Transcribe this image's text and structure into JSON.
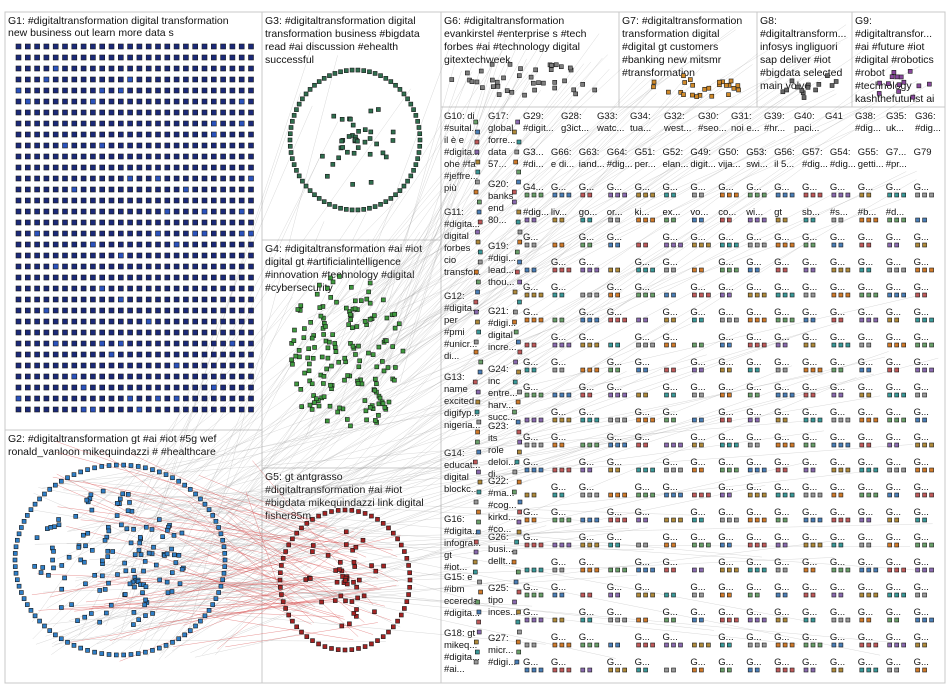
{
  "colors": {
    "g1": "#1b2a7a",
    "g2": "#2f7fc8",
    "g3": "#2f6e4e",
    "g4": "#3e9a3e",
    "g5": "#a52323",
    "g6": "#7e7e7e",
    "g7": "#d08a2a",
    "g8": "#666666",
    "g9": "#8a4a9e",
    "small": "#6aa06a",
    "edge": "#9a9a9a",
    "edge_red": "#d64040"
  },
  "groups": {
    "g1": {
      "line1": "G1: #digitaltransformation digital transformation",
      "line2": "new business out learn more data s"
    },
    "g2": {
      "line1": "G2: #digitaltransformation gt #ai #iot #5g wef",
      "line2": "ronald_vanloon mikequindazzi # #healthcare"
    },
    "g3": {
      "line1": "G3: #digitaltransformation digital",
      "line2": "transformation business #bigdata",
      "line3": "read #ai discussion #ehealth",
      "line4": "successful"
    },
    "g4": {
      "line1": "G4: #digitaltransformation #ai #iot",
      "line2": "digital gt #artificialintelligence",
      "line3": "#innovation #technology #digital",
      "line4": "#cybersecurity"
    },
    "g5": {
      "line1": "G5: gt antgrasso",
      "line2": "#digitaltransformation #ai #iot",
      "line3": "#bigdata mikequindazzi link digital",
      "line4": "fisher85m"
    },
    "g6": {
      "line1": "G6: #digitaltransformation",
      "line2": "evankirstel #enterprise s #tech",
      "line3": "forbes #ai #technology digital",
      "line4": "gitextechweek"
    },
    "g7": {
      "line1": "G7: #digitaltransformation",
      "line2": "transformation digital",
      "line3": "#digital gt customers",
      "line4": "#banking new mitsmr",
      "line5": "#transformation"
    },
    "g8": {
      "line1": "G8:",
      "line2": "#digitaltransform...",
      "line3": "infosys ingliguori",
      "line4": "sap deliver #iot",
      "line5": "#bigdata selected",
      "line6": "main volvo"
    },
    "g9": {
      "line1": "G9:",
      "line2": "#digitaltransfor...",
      "line3": "#ai #future #iot",
      "line4": "#digital #robotics",
      "line5": "#robot",
      "line6": "#technology",
      "line7": "kashthefuturist ai"
    },
    "g10": {
      "line1": "G10: di",
      "line2": "#suital...",
      "line3": "il è e",
      "line4": "#digita...",
      "line5": "ohe #fa",
      "line6": "#jeffre...",
      "line7": "più"
    },
    "g11": {
      "line1": "G11:",
      "line2": "#digita...",
      "line3": "digital",
      "line4": "forbes",
      "line5": "cio",
      "line6": "transfo..."
    },
    "g12": {
      "line1": "G12:",
      "line2": "#digita...",
      "line3": "per",
      "line4": "#pmi",
      "line5": "#unicr...",
      "line6": "di..."
    },
    "g13": {
      "line1": "G13:",
      "line2": "name",
      "line3": "excited",
      "line4": "digifyp...",
      "line5": "nigeria..."
    },
    "g14": {
      "line1": "G14:",
      "line2": "educat...",
      "line3": "digital",
      "line4": "blockc..."
    },
    "g15": {
      "line1": "G15: e",
      "line2": "#ibm",
      "line3": "ecereda",
      "line4": "#digita..."
    },
    "g16": {
      "line1": "G16:",
      "line2": "#digita...",
      "line3": "infogra...",
      "line4": "gt",
      "line5": "#iot..."
    },
    "g17": {
      "line1": "G17:",
      "line2": "global",
      "line3": "forre...",
      "line4": "data",
      "line5": "57..."
    },
    "g18": {
      "line1": "G18: gt",
      "line2": "mikeq...",
      "line3": "#digita...",
      "line4": "#ai..."
    },
    "g19": {
      "line1": "G19:",
      "line2": "#digi...",
      "line3": "lead...",
      "line4": "thou..."
    },
    "g20": {
      "line1": "G20:",
      "line2": "banks",
      "line3": "end",
      "line4": "80..."
    },
    "g21": {
      "line1": "G21:",
      "line2": "#digi...",
      "line3": "digital",
      "line4": "incre..."
    },
    "g22": {
      "line1": "G22:",
      "line2": "#ma...",
      "line3": "#cog...",
      "line4": "kirkd...",
      "line5": "#co..."
    },
    "g23": {
      "line1": "G23:",
      "line2": "its",
      "line3": "role",
      "line4": "deloi...",
      "line5": "di..."
    },
    "g24": {
      "line1": "G24:",
      "line2": "inc",
      "line3": "entre...",
      "line4": "harv...",
      "line5": "succ..."
    },
    "g25": {
      "line1": "G25:",
      "line2": "tipo",
      "line3": "inces..."
    },
    "g26": {
      "line1": "G26:",
      "line2": "busi...",
      "line3": "dellt..."
    },
    "g27": {
      "line1": "G27:",
      "line2": "micr...",
      "line3": "#digi..."
    },
    "g29": {
      "line1": "G29:",
      "line2": "#digit..."
    },
    "g28": {
      "line1": "G28:",
      "line2": "g3ict..."
    },
    "g33": {
      "line1": "G33:",
      "line2": "watc..."
    },
    "g34": {
      "line1": "G34:",
      "line2": "tua..."
    },
    "g32": {
      "line1": "G32:",
      "line2": "west..."
    },
    "g30": {
      "line1": "G30:",
      "line2": "#seo..."
    },
    "g31": {
      "line1": "G31:",
      "line2": "noi e..."
    },
    "g39": {
      "line1": "G39:",
      "line2": "#hr..."
    },
    "g40": {
      "line1": "G40:",
      "line2": "paci..."
    },
    "g41": {
      "line1": "G41"
    },
    "g38": {
      "line1": "G38:",
      "line2": "#dig..."
    },
    "g35": {
      "line1": "G35:",
      "line2": "uk..."
    },
    "g36": {
      "line1": "G36:",
      "line2": "#dig..."
    },
    "small_header": [
      "G3...",
      "G66:",
      "G63:",
      "G64:",
      "G51:",
      "G52:",
      "G49:",
      "G50:",
      "G53:",
      "G56:",
      "G57:",
      "G54:",
      "G55:",
      "G7...",
      "G79"
    ],
    "small_sub": [
      "#di...",
      "e di...",
      "iand...",
      "#dig...",
      "per...",
      "elan...",
      "digit...",
      "vija...",
      "swi...",
      "il 5...",
      "#dig...",
      "#dig...",
      "getti...",
      "#pr...",
      ""
    ],
    "small_cells": [
      [
        "G4...",
        "G...",
        "G...",
        "G...",
        "G...",
        "G...",
        "G...",
        "G...",
        "G...",
        "G...",
        "G...",
        "G...",
        "G...",
        "G...",
        "G..."
      ],
      [
        "#dig...",
        "liv...",
        "go...",
        "or...",
        "ki...",
        "ex...",
        "vo...",
        "co...",
        "wi...",
        "gt",
        "sb...",
        "#s...",
        "#b...",
        "#d...",
        ""
      ]
    ]
  }
}
